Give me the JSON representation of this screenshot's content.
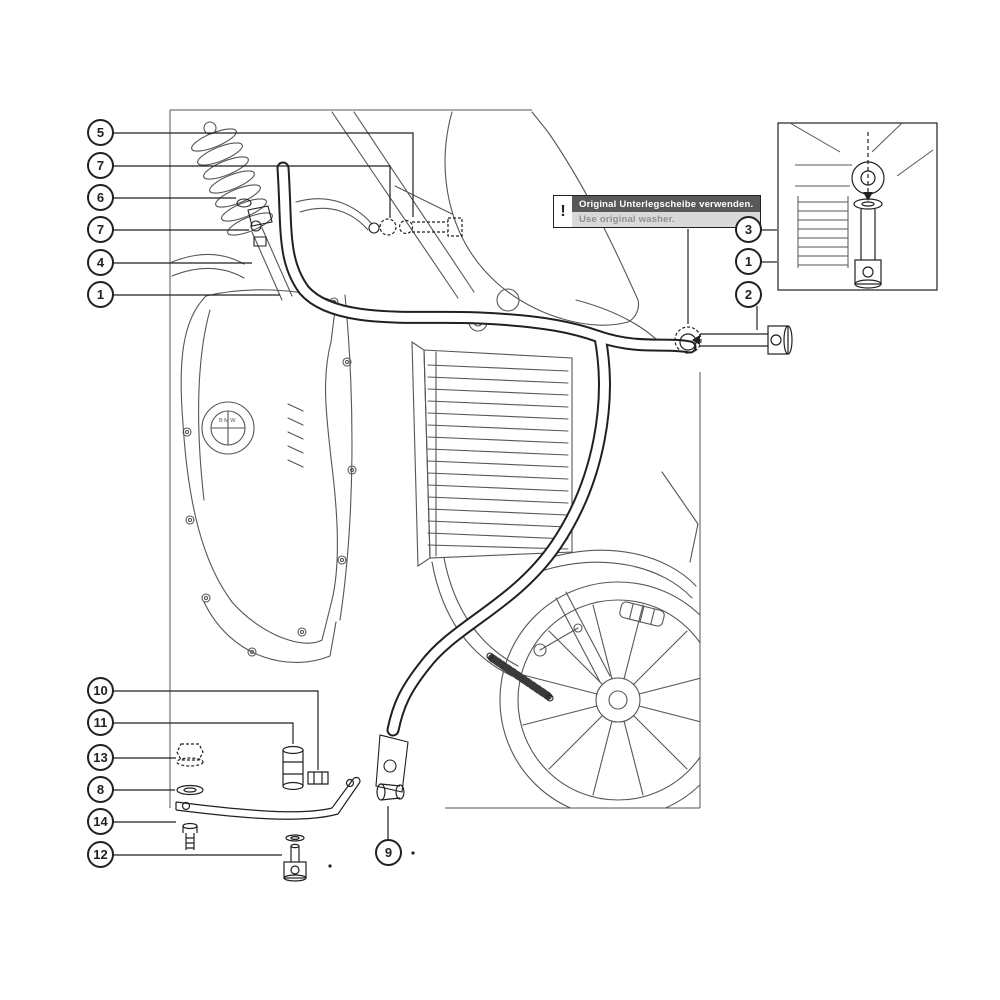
{
  "figure": {
    "kind": "exploded-parts-installation-diagram",
    "subject": "motorcycle engine crash-bar mounting"
  },
  "note": {
    "icon": "!",
    "line1": "Original Unterlegscheibe verwenden.",
    "line2": "Use original washer."
  },
  "engine_badge": "BMW",
  "callouts": {
    "left_top": [
      "5",
      "7",
      "6",
      "7",
      "4",
      "1"
    ],
    "left_bottom": [
      "10",
      "11",
      "13",
      "8",
      "14",
      "12"
    ],
    "right": [
      "3",
      "1",
      "2"
    ],
    "bottom": [
      "9"
    ]
  },
  "colors": {
    "line": "#231f20",
    "sketch": "#55565a",
    "note_dark_bg": "#58595b",
    "note_light_bg": "#d9d9d9",
    "note_light_text": "#8f8f8f"
  }
}
